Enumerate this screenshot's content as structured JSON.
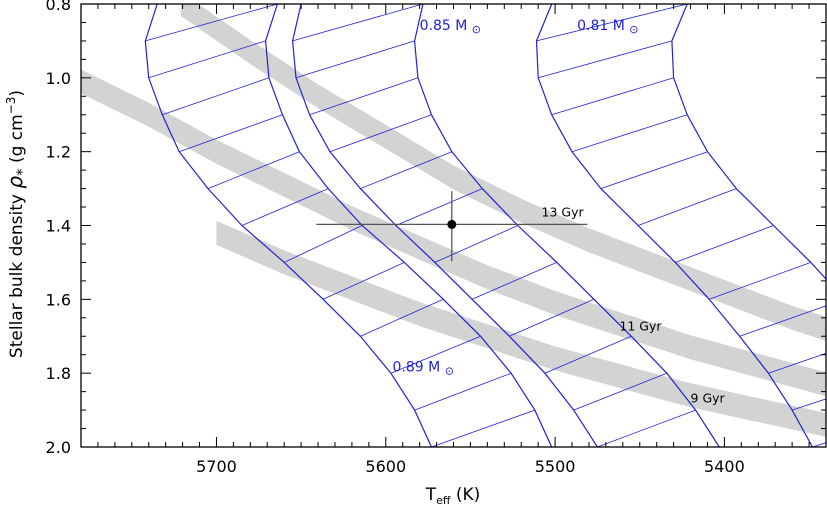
{
  "chart_data": {
    "type": "line",
    "title": "",
    "xlabel": {
      "main": "T",
      "sub": "eff",
      "rest": " (K)"
    },
    "ylabel": {
      "main": "Stellar bulk density ",
      "rho": "ρ",
      "star": "*",
      "unit": " (g cm",
      "exp": "−3",
      "close": ")"
    },
    "xlim": [
      5780,
      5340
    ],
    "ylim": [
      2.0,
      0.8
    ],
    "x_inverted": true,
    "y_inverted": true,
    "x_ticks": [
      5700,
      5600,
      5500,
      5400
    ],
    "x_tick_labels": [
      "5700",
      "5600",
      "5500",
      "5400"
    ],
    "x_minor_step": 10,
    "y_ticks": [
      0.8,
      1.0,
      1.2,
      1.4,
      1.6,
      1.8,
      2.0
    ],
    "y_tick_labels": [
      "0.8",
      "1.0",
      "1.2",
      "1.4",
      "1.6",
      "1.8",
      "2.0"
    ],
    "y_minor_step": 0.05,
    "grid": false,
    "colors": {
      "track": "#1f22d6",
      "band": "#d3d3d3",
      "point": "#000000",
      "errorbar": "#555555"
    },
    "mass_tracks": [
      {
        "label": "0.89 M",
        "sym": "⊙",
        "label_x": 5596,
        "label_y": 1.795,
        "left": [
          [
            5735,
            0.8
          ],
          [
            5742,
            0.9
          ],
          [
            5740,
            1.0
          ],
          [
            5732,
            1.1
          ],
          [
            5722,
            1.2
          ],
          [
            5705,
            1.3
          ],
          [
            5685,
            1.4
          ],
          [
            5660,
            1.5
          ],
          [
            5637,
            1.6
          ],
          [
            5615,
            1.7
          ],
          [
            5597,
            1.8
          ],
          [
            5583,
            1.9
          ],
          [
            5573,
            2.0
          ]
        ],
        "right": [
          [
            5664,
            0.8
          ],
          [
            5671,
            0.9
          ],
          [
            5669,
            1.0
          ],
          [
            5661,
            1.1
          ],
          [
            5651,
            1.2
          ],
          [
            5634,
            1.3
          ],
          [
            5614,
            1.4
          ],
          [
            5589,
            1.5
          ],
          [
            5566,
            1.6
          ],
          [
            5544,
            1.7
          ],
          [
            5526,
            1.8
          ],
          [
            5512,
            1.9
          ],
          [
            5502,
            2.0
          ]
        ]
      },
      {
        "label": "0.85 M",
        "sym": "⊙",
        "label_x": 5580,
        "label_y": 0.87,
        "left": [
          [
            5650,
            0.8
          ],
          [
            5655,
            0.9
          ],
          [
            5653,
            1.0
          ],
          [
            5645,
            1.1
          ],
          [
            5633,
            1.2
          ],
          [
            5615,
            1.3
          ],
          [
            5594,
            1.4
          ],
          [
            5571,
            1.5
          ],
          [
            5549,
            1.6
          ],
          [
            5527,
            1.7
          ],
          [
            5506,
            1.8
          ],
          [
            5489,
            1.9
          ],
          [
            5475,
            2.0
          ]
        ],
        "right": [
          [
            5578,
            0.8
          ],
          [
            5583,
            0.9
          ],
          [
            5581,
            1.0
          ],
          [
            5573,
            1.1
          ],
          [
            5561,
            1.2
          ],
          [
            5543,
            1.3
          ],
          [
            5522,
            1.4
          ],
          [
            5499,
            1.5
          ],
          [
            5477,
            1.6
          ],
          [
            5455,
            1.7
          ],
          [
            5434,
            1.8
          ],
          [
            5417,
            1.9
          ],
          [
            5403,
            2.0
          ]
        ]
      },
      {
        "label": "0.81 M",
        "sym": "⊙",
        "label_x": 5487,
        "label_y": 0.87,
        "left": [
          [
            5502,
            0.8
          ],
          [
            5511,
            0.9
          ],
          [
            5510,
            1.0
          ],
          [
            5502,
            1.1
          ],
          [
            5490,
            1.2
          ],
          [
            5473,
            1.3
          ],
          [
            5451,
            1.4
          ],
          [
            5429,
            1.5
          ],
          [
            5409,
            1.6
          ],
          [
            5391,
            1.7
          ],
          [
            5374,
            1.8
          ],
          [
            5360,
            1.9
          ],
          [
            5348,
            2.0
          ]
        ],
        "right": [
          [
            5422,
            0.8
          ],
          [
            5431,
            0.9
          ],
          [
            5430,
            1.0
          ],
          [
            5422,
            1.1
          ],
          [
            5410,
            1.2
          ],
          [
            5393,
            1.3
          ],
          [
            5371,
            1.4
          ],
          [
            5349,
            1.5
          ],
          [
            5329,
            1.6
          ],
          [
            5311,
            1.7
          ],
          [
            5294,
            1.8
          ],
          [
            5280,
            1.9
          ],
          [
            5268,
            2.0
          ]
        ]
      }
    ],
    "isochrones": [
      {
        "label": "13 Gyr",
        "label_x": 5508,
        "label_y": 1.375,
        "points": [
          [
            5721,
            0.8
          ],
          [
            5680,
            0.93
          ],
          [
            5640,
            1.05
          ],
          [
            5600,
            1.16
          ],
          [
            5560,
            1.27
          ],
          [
            5520,
            1.36
          ],
          [
            5480,
            1.44
          ],
          [
            5440,
            1.51
          ],
          [
            5400,
            1.58
          ],
          [
            5360,
            1.65
          ],
          [
            5340,
            1.68
          ]
        ]
      },
      {
        "label": "11 Gyr",
        "label_x": 5462,
        "label_y": 1.685,
        "points": [
          [
            5780,
            1.01
          ],
          [
            5740,
            1.1
          ],
          [
            5700,
            1.2
          ],
          [
            5660,
            1.29
          ],
          [
            5620,
            1.38
          ],
          [
            5580,
            1.46
          ],
          [
            5540,
            1.54
          ],
          [
            5500,
            1.61
          ],
          [
            5460,
            1.67
          ],
          [
            5420,
            1.73
          ],
          [
            5380,
            1.78
          ],
          [
            5340,
            1.83
          ]
        ]
      },
      {
        "label": "9 Gyr",
        "label_x": 5420,
        "label_y": 1.88,
        "points": [
          [
            5700,
            1.42
          ],
          [
            5660,
            1.5
          ],
          [
            5620,
            1.57
          ],
          [
            5580,
            1.64
          ],
          [
            5540,
            1.7
          ],
          [
            5500,
            1.76
          ],
          [
            5460,
            1.81
          ],
          [
            5420,
            1.86
          ],
          [
            5380,
            1.9
          ],
          [
            5340,
            1.94
          ]
        ]
      }
    ],
    "band_width": 0.065,
    "data_point": {
      "x": 5561,
      "y": 1.397,
      "x_err": 80,
      "y_err_low": 0.09,
      "y_err_high": 0.1
    }
  }
}
